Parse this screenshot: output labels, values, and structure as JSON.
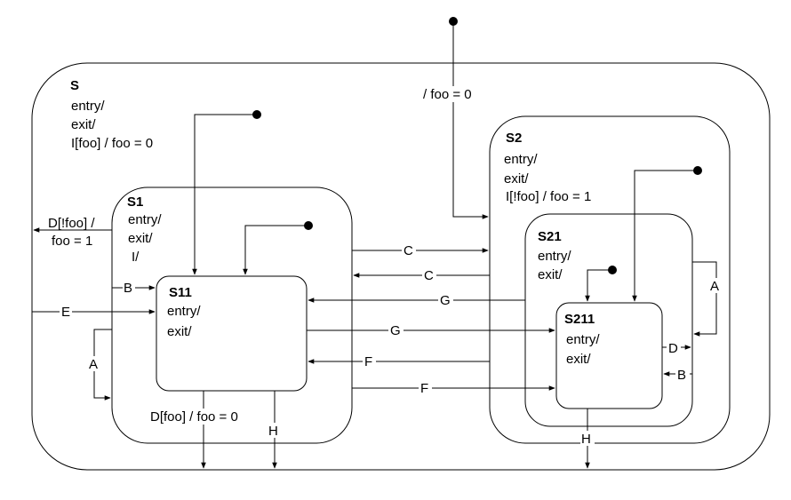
{
  "states": {
    "s": {
      "name": "S",
      "entry": "entry/",
      "exit": "exit/",
      "action": "I[foo] / foo = 0"
    },
    "s1": {
      "name": "S1",
      "entry": "entry/",
      "exit": "exit/",
      "action": "I/"
    },
    "s11": {
      "name": "S11",
      "entry": "entry/",
      "exit": "exit/"
    },
    "s2": {
      "name": "S2",
      "entry": "entry/",
      "exit": "exit/",
      "action": "I[!foo] / foo = 1"
    },
    "s21": {
      "name": "S21",
      "entry": "entry/",
      "exit": "exit/"
    },
    "s211": {
      "name": "S211",
      "entry": "entry/",
      "exit": "exit/"
    }
  },
  "transitions": {
    "init_top": "/ foo = 0",
    "d_notfoo_1": "D[!foo] /",
    "d_notfoo_2": "foo = 1",
    "d_foo": "D[foo] / foo = 0",
    "e": "E",
    "b_s1": "B",
    "a_s1": "A",
    "c1": "C",
    "c2": "C",
    "g1": "G",
    "g2": "G",
    "f1": "F",
    "f2": "F",
    "h_s1": "H",
    "h_s2": "H",
    "a_s21": "A",
    "d_s211": "D",
    "b_s211": "B"
  }
}
